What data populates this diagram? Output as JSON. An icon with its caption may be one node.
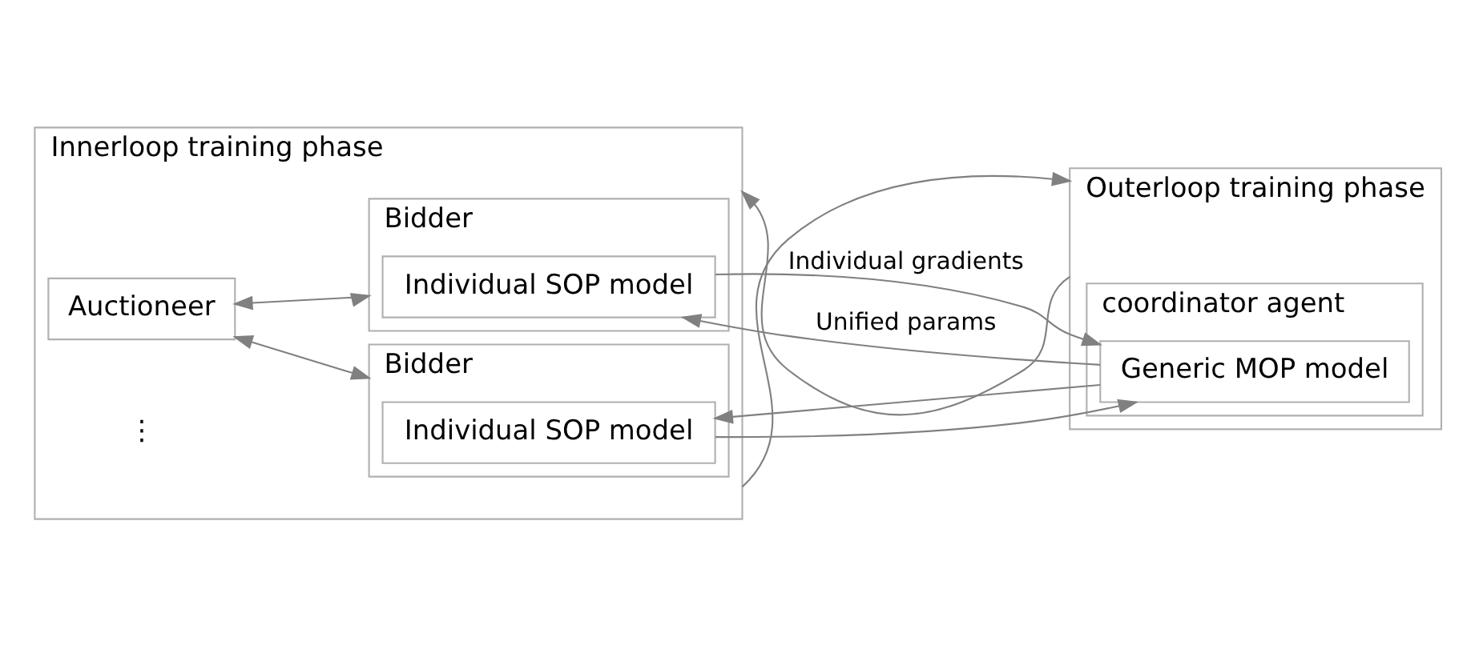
{
  "diagram": {
    "nodes": [
      {
        "text": [
          "Innerloop training phase"
        ]
      },
      {
        "text": [
          "Bidder"
        ],
        "in": 0
      },
      {
        "text": [
          "Individual SOP model"
        ],
        "in": 1
      },
      {
        "text": [
          "Auctioneer"
        ],
        "in": 0
      },
      {
        "text": [
          "Bidder"
        ],
        "in": 0
      },
      {
        "text": [
          "Individual SOP model"
        ],
        "in": 4
      },
      {
        "text": [
          "Outerloop training phase"
        ]
      },
      {
        "text": [
          "coordinator agent"
        ],
        "in": 6
      },
      {
        "text": [
          "Generic MOP model"
        ],
        "in": 7
      }
    ],
    "edges": [
      {
        "from": 3,
        "to": 1,
        "arrow": "both"
      },
      {
        "from": 3,
        "to": 4,
        "arrow": "both"
      },
      {
        "from": 8,
        "to": 2,
        "arrow": "to",
        "label": "Unified params"
      },
      {
        "from": 2,
        "to": 8,
        "arrow": "to",
        "label": "Individual gradients"
      },
      {
        "from": 8,
        "to": 5,
        "arrow": "to"
      },
      {
        "from": 5,
        "to": 8,
        "arrow": "to"
      },
      {
        "from": 0,
        "to": 6,
        "arrow": "to"
      },
      {
        "from": 6,
        "to": 0,
        "arrow": "to"
      }
    ],
    "labels": [
      "⋮"
    ]
  }
}
